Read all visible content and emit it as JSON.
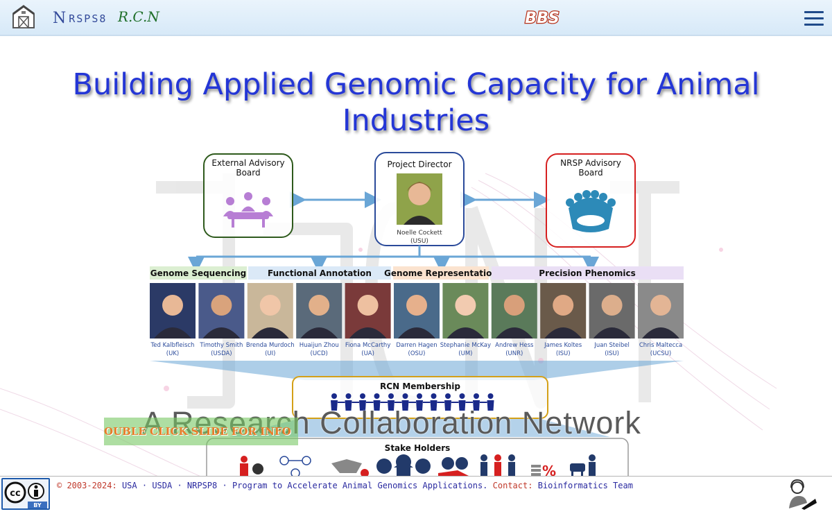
{
  "header": {
    "nrsp_label": "RSPS8",
    "nrsp_prefix": "N",
    "rcn_label": "R.C.N",
    "bbs_label": "BBS"
  },
  "title": "Building Applied Genomic Capacity for Animal Industries",
  "slide": {
    "external_board": "External Advisory Board",
    "project_director": "Project Director",
    "director_name": "Noelle Cockett",
    "director_org": "(USU)",
    "nrsp_board": "NRSP Advisory Board",
    "groups": [
      "Genome Sequencing",
      "Functional Annotation",
      "Genome Representation",
      "Precision Phenomics"
    ],
    "people": [
      {
        "name": "Ted Kalbfleisch",
        "org": "(UK)"
      },
      {
        "name": "Timothy Smith",
        "org": "(USDA)"
      },
      {
        "name": "Brenda Murdoch",
        "org": "(UI)"
      },
      {
        "name": "Huaijun Zhou",
        "org": "(UCD)"
      },
      {
        "name": "Fiona McCarthy",
        "org": "(UA)"
      },
      {
        "name": "Darren Hagen",
        "org": "(OSU)"
      },
      {
        "name": "Stephanie McKay",
        "org": "(UM)"
      },
      {
        "name": "Andrew Hess",
        "org": "(UNR)"
      },
      {
        "name": "James Koltes",
        "org": "(ISU)"
      },
      {
        "name": "Juan Steibel",
        "org": "(ISU)"
      },
      {
        "name": "Chris Maltecca",
        "org": "(UCSU)"
      }
    ],
    "membership": "RCN Membership",
    "stakeholders": "Stake Holders",
    "percent_glyph": "%"
  },
  "tagline": "A Research Collaboration Network",
  "double_click_hint": "OUBLE CLICK SLIDE FOR INFO",
  "footer": {
    "cc_label": "cc",
    "by_label": "BY",
    "copyright": "© 2003-2024:",
    "links": [
      "USA",
      "USDA",
      "NRPSP8",
      "Program to Accelerate Animal Genomics Applications."
    ],
    "contact_label": "Contact:",
    "team": "Bioinformatics Team"
  },
  "colors": {
    "title": "#2436d6",
    "external_border": "#2e5a1c",
    "director_border": "#2a4a9a",
    "nrsp_border": "#d62020",
    "membership_border": "#d4a017",
    "arrow": "#6aa6d6"
  }
}
